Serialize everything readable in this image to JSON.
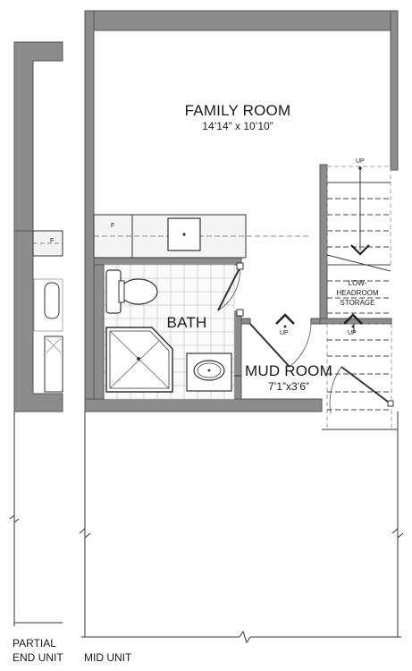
{
  "rooms": {
    "family_room": {
      "name": "FAMILY ROOM",
      "dimensions": "14’14” x 10’10”"
    },
    "bath": {
      "name": "BATH"
    },
    "mud_room": {
      "name": "MUD ROOM",
      "dimensions": "7’1”x3’6”"
    },
    "storage": {
      "line1": "LOW-",
      "line2": "HEADROOM",
      "line3": "STORAGE"
    }
  },
  "stair_labels": {
    "main_up": "UP",
    "mud_up": "UP",
    "side_up": "UP"
  },
  "fixture_labels": {
    "main_furnace": "F",
    "partial_furnace": "F"
  },
  "unit_labels": {
    "partial_line1": "PARTIAL",
    "partial_line2": "END UNIT",
    "mid": "MID UNIT"
  },
  "colors": {
    "wall": "#8c8c8c",
    "line": "#3a3a3a",
    "dash": "#555555"
  }
}
